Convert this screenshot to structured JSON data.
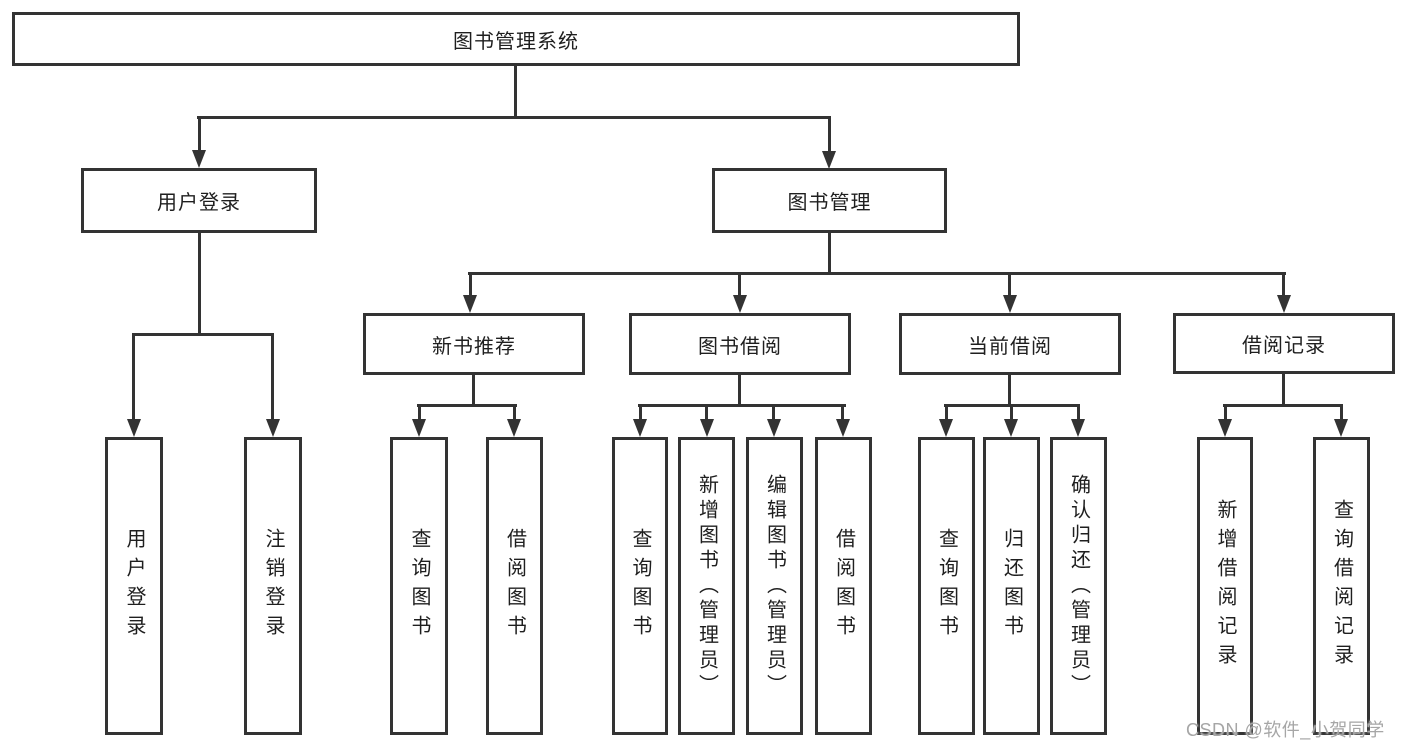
{
  "colors": {
    "line": "#333333",
    "text": "#1f1f1f",
    "background": "#ffffff",
    "watermark": "#a6a6a6"
  },
  "watermark": {
    "text": "CSDN @软件_小贺同学"
  },
  "tree": {
    "root": {
      "label": "图书管理系统",
      "children": [
        {
          "label": "用户登录",
          "children": [
            {
              "label": "用户登录"
            },
            {
              "label": "注销登录"
            }
          ]
        },
        {
          "label": "图书管理",
          "children": [
            {
              "label": "新书推荐",
              "children": [
                {
                  "label": "查询图书"
                },
                {
                  "label": "借阅图书"
                }
              ]
            },
            {
              "label": "图书借阅",
              "children": [
                {
                  "label": "查询图书"
                },
                {
                  "label": "新增图书（管理员）"
                },
                {
                  "label": "编辑图书（管理员）"
                },
                {
                  "label": "借阅图书"
                }
              ]
            },
            {
              "label": "当前借阅",
              "children": [
                {
                  "label": "查询图书"
                },
                {
                  "label": "归还图书"
                },
                {
                  "label": "确认归还（管理员）"
                }
              ]
            },
            {
              "label": "借阅记录",
              "children": [
                {
                  "label": "新增借阅记录"
                },
                {
                  "label": "查询借阅记录"
                }
              ]
            }
          ]
        }
      ]
    }
  }
}
